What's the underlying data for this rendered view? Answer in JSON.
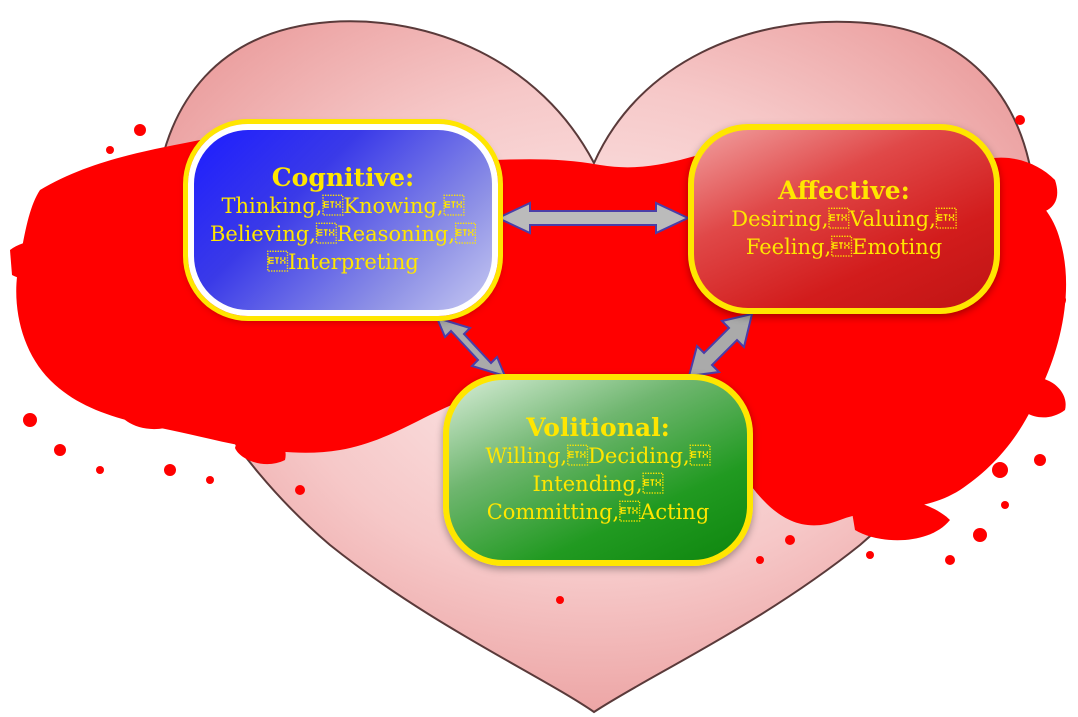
{
  "colors": {
    "heart_fill": "#f2b6b6",
    "splash": "#ff0000",
    "box_border": "#ffe600",
    "text": "#ffe600",
    "arrow_fill": "#aaaaaa",
    "arrow_stroke": "#4a3ea8",
    "cognitive_fill": "#1d1dff",
    "affective_fill": "#d21c1c",
    "volitional_fill": "#1a8f1a"
  },
  "nodes": {
    "cognitive": {
      "title": "Cognitive:",
      "lines": [
        "Thinking,\u0003Knowing,\u0003",
        "Believing,\u0003Reasoning,\u0003",
        "\u0003Interpreting"
      ]
    },
    "affective": {
      "title": "Affective:",
      "lines": [
        "Desiring,\u0003Valuing,\u0003",
        "Feeling,\u0003Emoting"
      ]
    },
    "volitional": {
      "title": "Volitional:",
      "lines": [
        "Willing,\u0003Deciding,\u0003",
        "Intending,\u0003",
        "Committing,\u0003Acting"
      ]
    }
  },
  "edges": [
    {
      "from": "cognitive",
      "to": "affective",
      "type": "bidirectional"
    },
    {
      "from": "cognitive",
      "to": "volitional",
      "type": "bidirectional"
    },
    {
      "from": "affective",
      "to": "volitional",
      "type": "bidirectional"
    }
  ]
}
